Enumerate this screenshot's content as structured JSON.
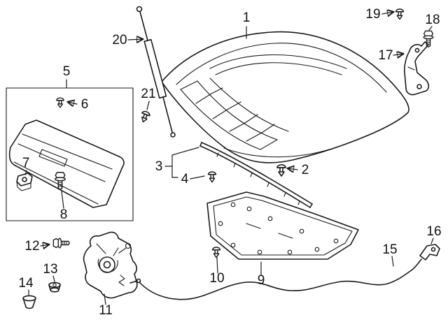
{
  "colors": {
    "line": "#1a1a1a",
    "background": "#ffffff"
  },
  "labels": [
    "1",
    "2",
    "3",
    "4",
    "5",
    "6",
    "7",
    "8",
    "9",
    "10",
    "11",
    "12",
    "13",
    "14",
    "15",
    "16",
    "17",
    "18",
    "19",
    "20",
    "21"
  ]
}
